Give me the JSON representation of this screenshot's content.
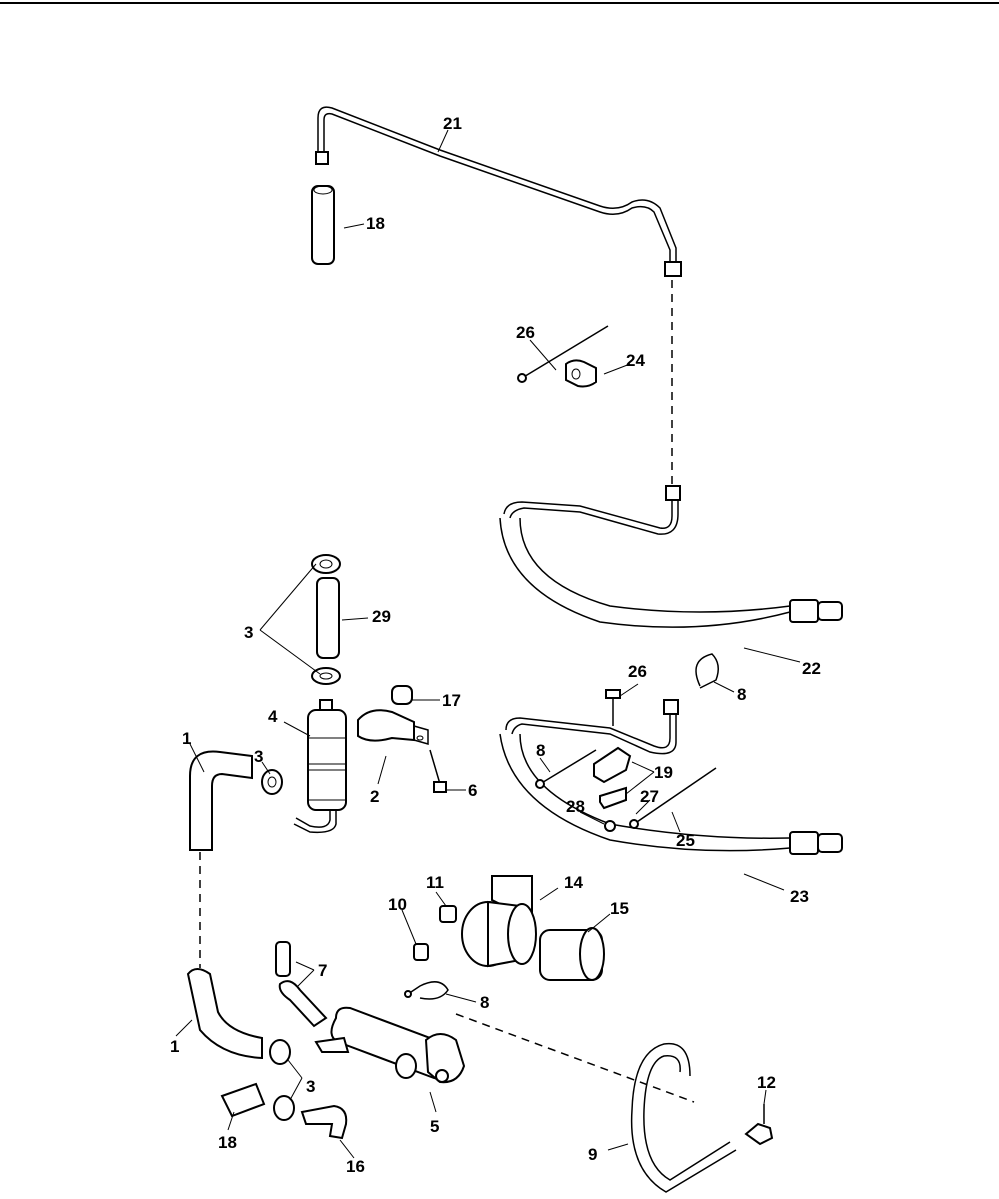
{
  "callouts": [
    {
      "id": "c21a",
      "text": "21"
    },
    {
      "id": "c18a",
      "text": "18"
    },
    {
      "id": "c26a",
      "text": "26"
    },
    {
      "id": "c24",
      "text": "24"
    },
    {
      "id": "c29",
      "text": "29"
    },
    {
      "id": "c3a",
      "text": "3"
    },
    {
      "id": "c22",
      "text": "22"
    },
    {
      "id": "c26b",
      "text": "26"
    },
    {
      "id": "c8a",
      "text": "8"
    },
    {
      "id": "c17",
      "text": "17"
    },
    {
      "id": "c4",
      "text": "4"
    },
    {
      "id": "c1a",
      "text": "1"
    },
    {
      "id": "c3b",
      "text": "3"
    },
    {
      "id": "c2",
      "text": "2"
    },
    {
      "id": "c6",
      "text": "6"
    },
    {
      "id": "c8b",
      "text": "8"
    },
    {
      "id": "c19",
      "text": "19"
    },
    {
      "id": "c27",
      "text": "27"
    },
    {
      "id": "c28",
      "text": "28"
    },
    {
      "id": "c25",
      "text": "25"
    },
    {
      "id": "c23",
      "text": "23"
    },
    {
      "id": "c11",
      "text": "11"
    },
    {
      "id": "c14",
      "text": "14"
    },
    {
      "id": "c10",
      "text": "10"
    },
    {
      "id": "c15",
      "text": "15"
    },
    {
      "id": "c7",
      "text": "7"
    },
    {
      "id": "c8c",
      "text": "8"
    },
    {
      "id": "c1b",
      "text": "1"
    },
    {
      "id": "c3c",
      "text": "3"
    },
    {
      "id": "c12",
      "text": "12"
    },
    {
      "id": "c18b",
      "text": "18"
    },
    {
      "id": "c5",
      "text": "5"
    },
    {
      "id": "c16",
      "text": "16"
    },
    {
      "id": "c9",
      "text": "9"
    }
  ]
}
